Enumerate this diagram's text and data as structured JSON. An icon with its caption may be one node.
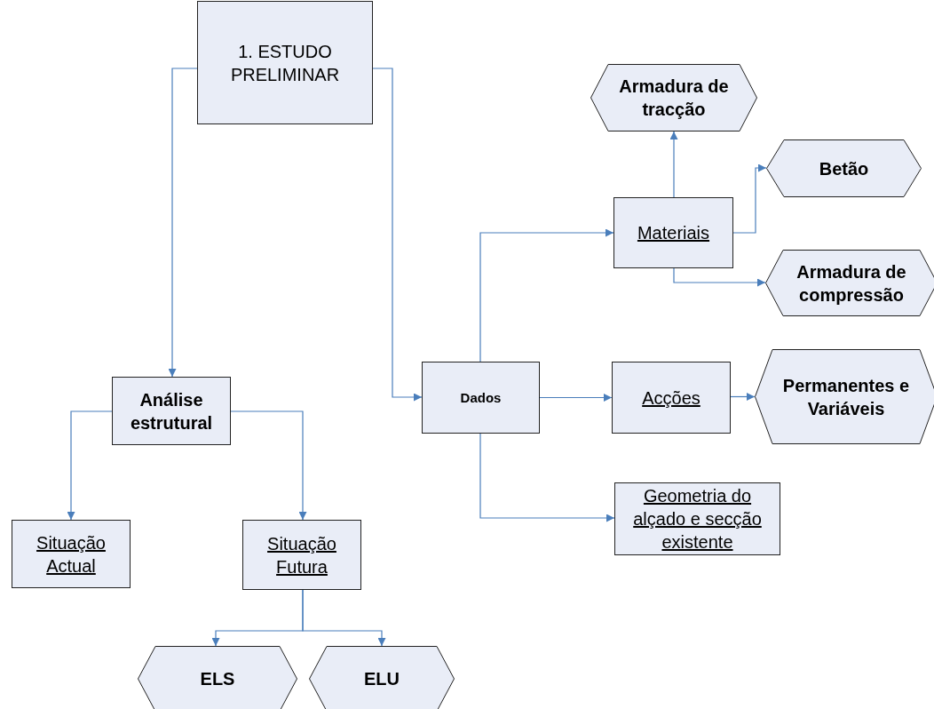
{
  "diagram": {
    "nodes": [
      {
        "text": [
          "1. ESTUDO PRELIMINAR"
        ]
      },
      {
        "text": [
          "Análise estrutural"
        ]
      },
      {
        "text": [
          "Situação Actual"
        ]
      },
      {
        "text": [
          "Situação Futura"
        ]
      },
      {
        "text": [
          "ELS"
        ]
      },
      {
        "text": [
          "ELU"
        ]
      },
      {
        "text": [
          "Dados"
        ]
      },
      {
        "text": [
          "Materiais"
        ]
      },
      {
        "text": [
          "Armadura de tracção"
        ]
      },
      {
        "text": [
          "Betão"
        ]
      },
      {
        "text": [
          "Armadura de compressão"
        ]
      },
      {
        "text": [
          "Acções"
        ]
      },
      {
        "text": [
          "Permanentes e Variáveis"
        ]
      },
      {
        "text": [
          "Geometria do alçado e secção existente"
        ]
      }
    ],
    "edges": [
      {
        "from": 0,
        "to": 1,
        "arrow": "to"
      },
      {
        "from": 0,
        "to": 6,
        "arrow": "to"
      },
      {
        "from": 1,
        "to": 2,
        "arrow": "to"
      },
      {
        "from": 1,
        "to": 3,
        "arrow": "to"
      },
      {
        "from": 3,
        "to": 4,
        "arrow": "to"
      },
      {
        "from": 3,
        "to": 5,
        "arrow": "to"
      },
      {
        "from": 6,
        "to": 7,
        "arrow": "to"
      },
      {
        "from": 6,
        "to": 11,
        "arrow": "to"
      },
      {
        "from": 6,
        "to": 13,
        "arrow": "to"
      },
      {
        "from": 7,
        "to": 8,
        "arrow": "to"
      },
      {
        "from": 7,
        "to": 9,
        "arrow": "to"
      },
      {
        "from": 7,
        "to": 10,
        "arrow": "to"
      },
      {
        "from": 11,
        "to": 12,
        "arrow": "to"
      }
    ]
  }
}
